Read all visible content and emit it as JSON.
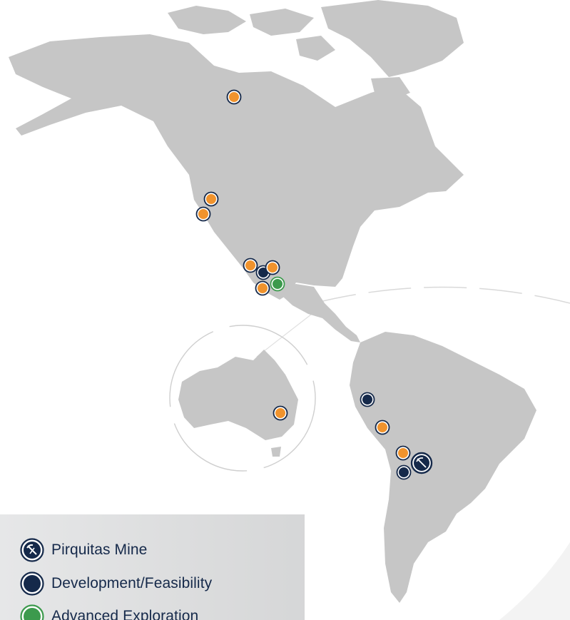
{
  "colors": {
    "land": "#c6c6c6",
    "navy": "#15294a",
    "orange": "#f0932d",
    "green": "#3c9a4d",
    "legend_text": "#15294a"
  },
  "legend": {
    "items": [
      {
        "label": "Pirquitas Mine",
        "icon": "pirquitas-mine-icon"
      },
      {
        "label": "Development/Feasibility",
        "icon": "development-feasibility-icon"
      },
      {
        "label": "Advanced Exploration",
        "icon": "advanced-exploration-icon"
      }
    ]
  },
  "markers": [
    {
      "category": "exploration",
      "place": "Canada"
    },
    {
      "category": "exploration",
      "place": "Nevada"
    },
    {
      "category": "exploration",
      "place": "California"
    },
    {
      "category": "exploration",
      "place": "Mexico"
    },
    {
      "category": "development",
      "place": "Mexico"
    },
    {
      "category": "exploration",
      "place": "Mexico"
    },
    {
      "category": "advanced-exploration",
      "place": "Mexico"
    },
    {
      "category": "exploration",
      "place": "Mexico"
    },
    {
      "category": "exploration",
      "place": "Australia"
    },
    {
      "category": "development",
      "place": "Peru"
    },
    {
      "category": "exploration",
      "place": "Peru"
    },
    {
      "category": "exploration",
      "place": "Bolivia"
    },
    {
      "category": "mine",
      "place": "Argentina"
    },
    {
      "category": "development",
      "place": "Argentina"
    }
  ]
}
